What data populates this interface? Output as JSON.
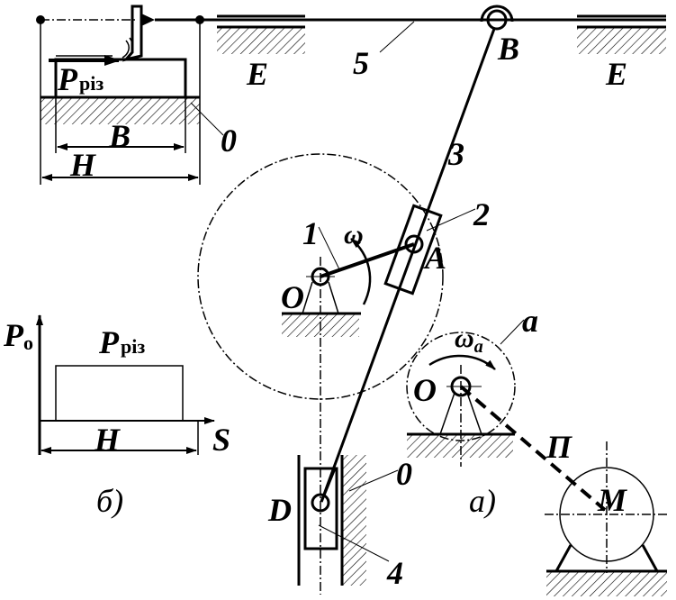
{
  "figure": {
    "caption_a": "а)",
    "caption_b": "б)"
  },
  "labels": {
    "ground_0_top": "0",
    "ground_0_bottom": "0",
    "guide_E_left": "E",
    "guide_E_right": "E",
    "link_5": "5",
    "joint_B": "B",
    "link_3": "3",
    "link_2": "2",
    "link_1": "1",
    "omega": "ω",
    "joint_A": "A",
    "pivot_O_crank": "O",
    "pivot_O_gear": "O",
    "gear_a": "a",
    "omega_a_main": "ω",
    "omega_a_sub": "a",
    "belt_P": "П",
    "motor_M": "M",
    "slider_D": "D",
    "link_4": "4",
    "dim_B": "B",
    "dim_H_top": "H",
    "force_P_main": "P",
    "force_P_sub": "різ"
  },
  "chart_b": {
    "y_axis_main": "P",
    "y_axis_sub": "o",
    "x_axis": "S",
    "level_main": "P",
    "level_sub": "різ",
    "span_label": "H"
  },
  "colors": {
    "ink": "#000000",
    "paper": "#ffffff"
  }
}
